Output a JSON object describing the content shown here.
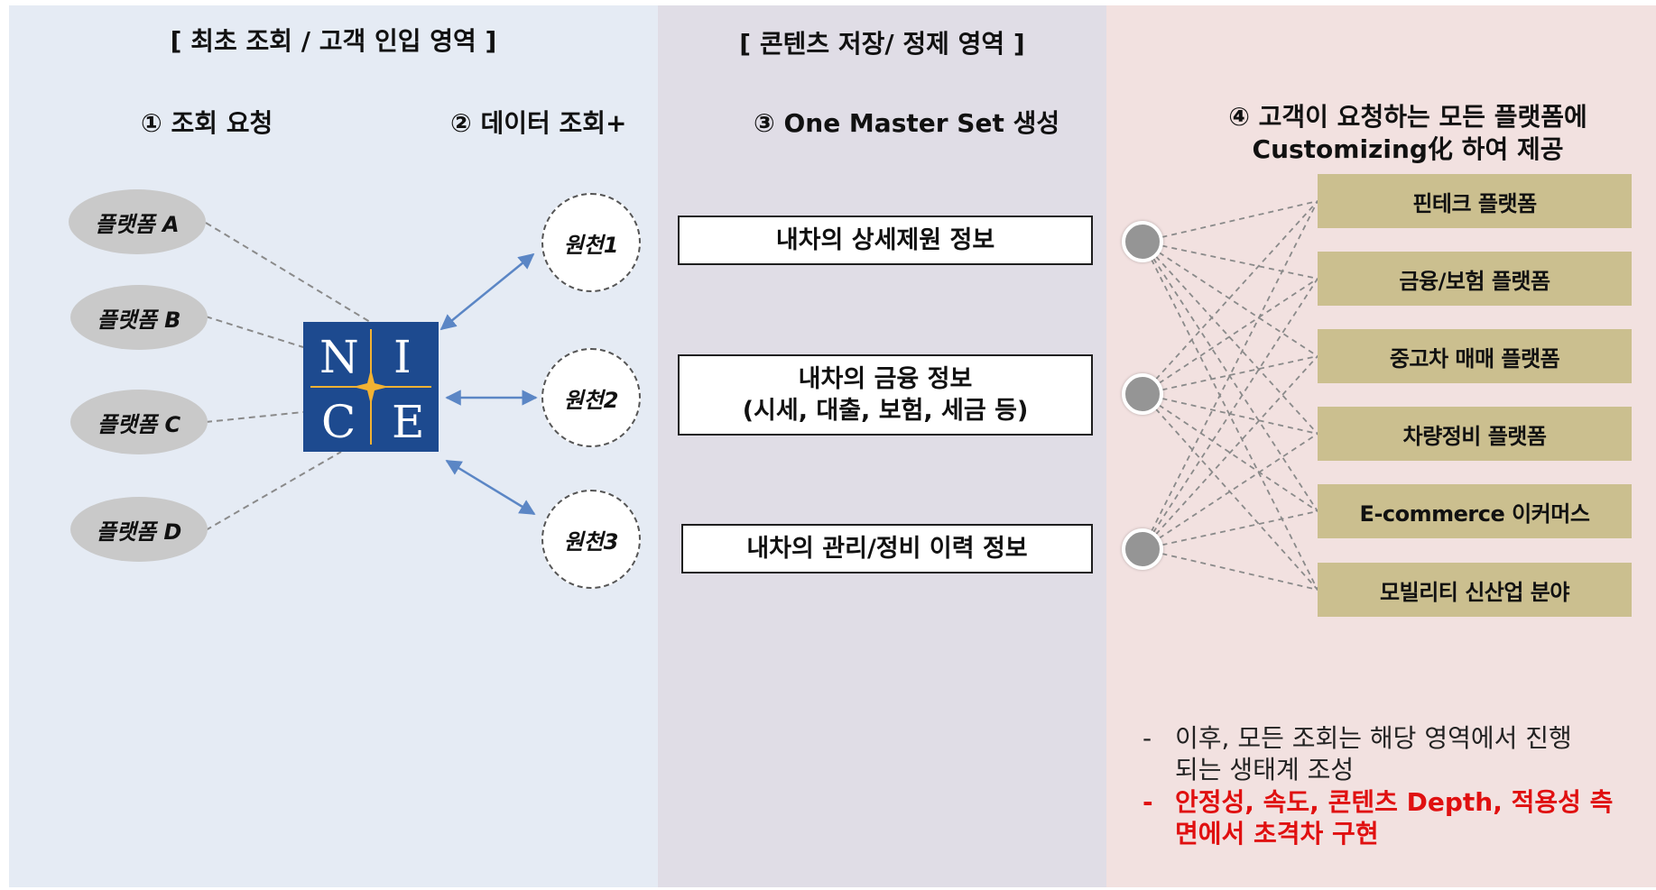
{
  "sections": {
    "left_title": "[ 최초 조회 / 고객 인입 영역 ]",
    "middle_title": "[ 콘텐츠 저장/ 정제 영역 ]"
  },
  "steps": {
    "step1": "① 조회 요청",
    "step2": "② 데이터 조회+",
    "step3": "③ One Master Set 생성",
    "step4_line1": "④ 고객이 요청하는 모든 플랫폼에",
    "step4_line2": "Customizing化 하여 제공"
  },
  "platforms_in": [
    "플랫폼 A",
    "플랫폼 B",
    "플랫폼 C",
    "플랫폼 D"
  ],
  "hub": {
    "letters": [
      "N",
      "I",
      "C",
      "E"
    ],
    "color": "#1d4a8f",
    "star_color": "#f2b233"
  },
  "sources": [
    "원천1",
    "원천2",
    "원천3"
  ],
  "master_set": {
    "box1": "내차의 상세제원 정보",
    "box2_line1": "내차의 금융 정보",
    "box2_line2": "(시세, 대출, 보험, 세금 등)",
    "box3": "내차의 관리/정비 이력 정보"
  },
  "platforms_out": [
    "핀테크 플랫폼",
    "금융/보험 플랫폼",
    "중고차 매매 플랫폼",
    "차량정비 플랫폼",
    "E-commerce 이커머스",
    "모빌리티 신산업 분야"
  ],
  "notes": {
    "dash": "-",
    "note1_line1": "이후, 모든 조회는 해당 영역에서 진행",
    "note1_line2": "되는 생태계 조성",
    "note2_line1": "안정성, 속도, 콘텐츠 Depth, 적용성 측",
    "note2_line2": "면에서 초격차 구현"
  },
  "colors": {
    "left_bg": "#e5ebf4",
    "middle_bg": "#e0dde6",
    "right_bg": "#f2e1e0",
    "platform_box": "#cbbf8f",
    "arrow": "#5b86c5",
    "highlight_text": "#e01010"
  }
}
